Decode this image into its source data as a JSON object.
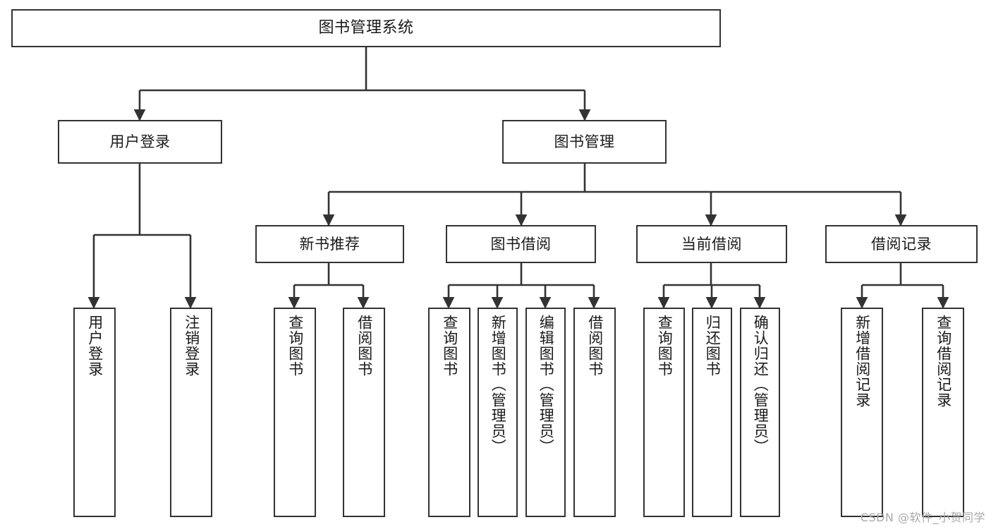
{
  "diagram": {
    "type": "tree-hierarchy",
    "title": "图书管理系统",
    "watermark": "CSDN @软件_小贺同学",
    "colors": {
      "box_border": "#333333",
      "box_fill": "#ffffff",
      "edge": "#333333",
      "text": "#1a1a1a",
      "watermark": "#a8a8a8",
      "background": "#ffffff"
    },
    "nodes": {
      "root": {
        "label": "图书管理系统"
      },
      "level2": [
        {
          "id": "user-login",
          "label": "用户登录"
        },
        {
          "id": "book-management",
          "label": "图书管理"
        }
      ],
      "level3": [
        {
          "id": "new-book-recommend",
          "label": "新书推荐"
        },
        {
          "id": "book-borrow",
          "label": "图书借阅"
        },
        {
          "id": "current-borrow",
          "label": "当前借阅"
        },
        {
          "id": "borrow-record",
          "label": "借阅记录"
        }
      ],
      "leaves": {
        "user-login": [
          {
            "id": "leaf-user-login",
            "label": "用户登录"
          },
          {
            "id": "leaf-logout",
            "label": "注销登录"
          }
        ],
        "new-book-recommend": [
          {
            "id": "leaf-query-book-1",
            "label": "查询图书"
          },
          {
            "id": "leaf-borrow-book-1",
            "label": "借阅图书"
          }
        ],
        "book-borrow": [
          {
            "id": "leaf-query-book-2",
            "label": "查询图书"
          },
          {
            "id": "leaf-add-book",
            "label": "新增图书（管理员）"
          },
          {
            "id": "leaf-edit-book",
            "label": "编辑图书（管理员）"
          },
          {
            "id": "leaf-borrow-book-2",
            "label": "借阅图书"
          }
        ],
        "current-borrow": [
          {
            "id": "leaf-query-book-3",
            "label": "查询图书"
          },
          {
            "id": "leaf-return-book",
            "label": "归还图书"
          },
          {
            "id": "leaf-confirm-return",
            "label": "确认归还（管理员）"
          }
        ],
        "borrow-record": [
          {
            "id": "leaf-add-record",
            "label": "新增借阅记录"
          },
          {
            "id": "leaf-query-record",
            "label": "查询借阅记录"
          }
        ]
      }
    }
  }
}
